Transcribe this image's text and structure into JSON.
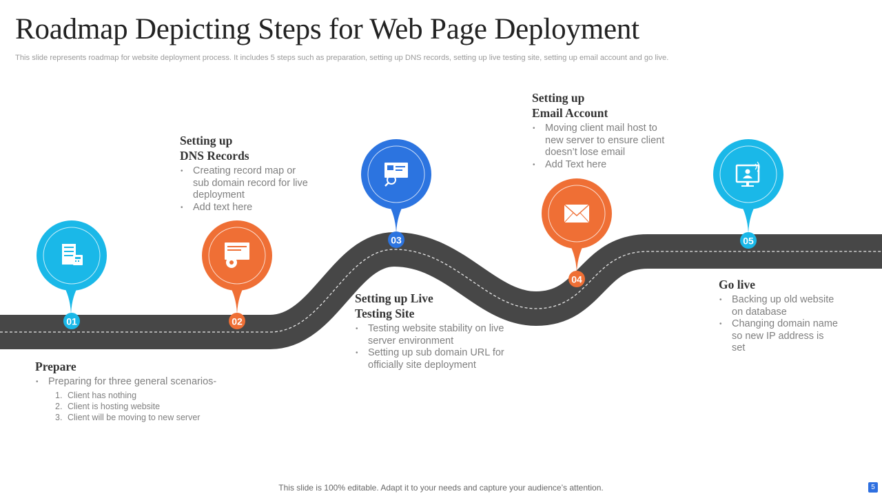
{
  "slide": {
    "title": "Roadmap Depicting Steps for Web Page Deployment",
    "subtitle": "This slide represents roadmap for website deployment process. It includes 5 steps such as preparation, setting up DNS records, setting up live testing site, setting up email account and go live.",
    "footer": "This slide is 100% editable. Adapt it to your needs and capture your audience’s attention.",
    "page_number": "5"
  },
  "colors": {
    "cyan": "#1ab8e8",
    "orange": "#ef6f35",
    "blue": "#2c74e0",
    "road": "#474747"
  },
  "pins": [
    {
      "number": "01",
      "color": "#1ab8e8",
      "icon": "server-building-icon"
    },
    {
      "number": "02",
      "color": "#ef6f35",
      "icon": "web-settings-icon"
    },
    {
      "number": "03",
      "color": "#2c74e0",
      "icon": "site-analysis-icon"
    },
    {
      "number": "04",
      "color": "#ef6f35",
      "icon": "envelope-icon"
    },
    {
      "number": "05",
      "color": "#1ab8e8",
      "icon": "live-user-monitor-icon"
    }
  ],
  "steps": {
    "prepare": {
      "title": "Prepare",
      "bullets": [
        "Preparing for three general scenarios-"
      ],
      "sub": [
        {
          "n": "1.",
          "text": "Client has nothing"
        },
        {
          "n": "2.",
          "text": "Client is hosting website"
        },
        {
          "n": "3.",
          "text": "Client will be moving  to new server"
        }
      ]
    },
    "dns": {
      "title_line1": "Setting up",
      "title_line2": "DNS Records",
      "bullets": [
        "Creating record map or sub domain record for live deployment",
        "Add text here"
      ]
    },
    "testing": {
      "title_line1": "Setting up  Live",
      "title_line2": "Testing Site",
      "bullets": [
        "Testing website stability on live server environment",
        "Setting up sub domain URL for officially site deployment"
      ]
    },
    "email": {
      "title_line1": "Setting up",
      "title_line2": "Email Account",
      "bullets": [
        "Moving client mail host to new server to ensure client doesn’t lose email",
        "Add Text here"
      ]
    },
    "golive": {
      "title": "Go live",
      "bullets": [
        "Backing up old website on database",
        "Changing domain name so new IP address is set"
      ]
    }
  }
}
